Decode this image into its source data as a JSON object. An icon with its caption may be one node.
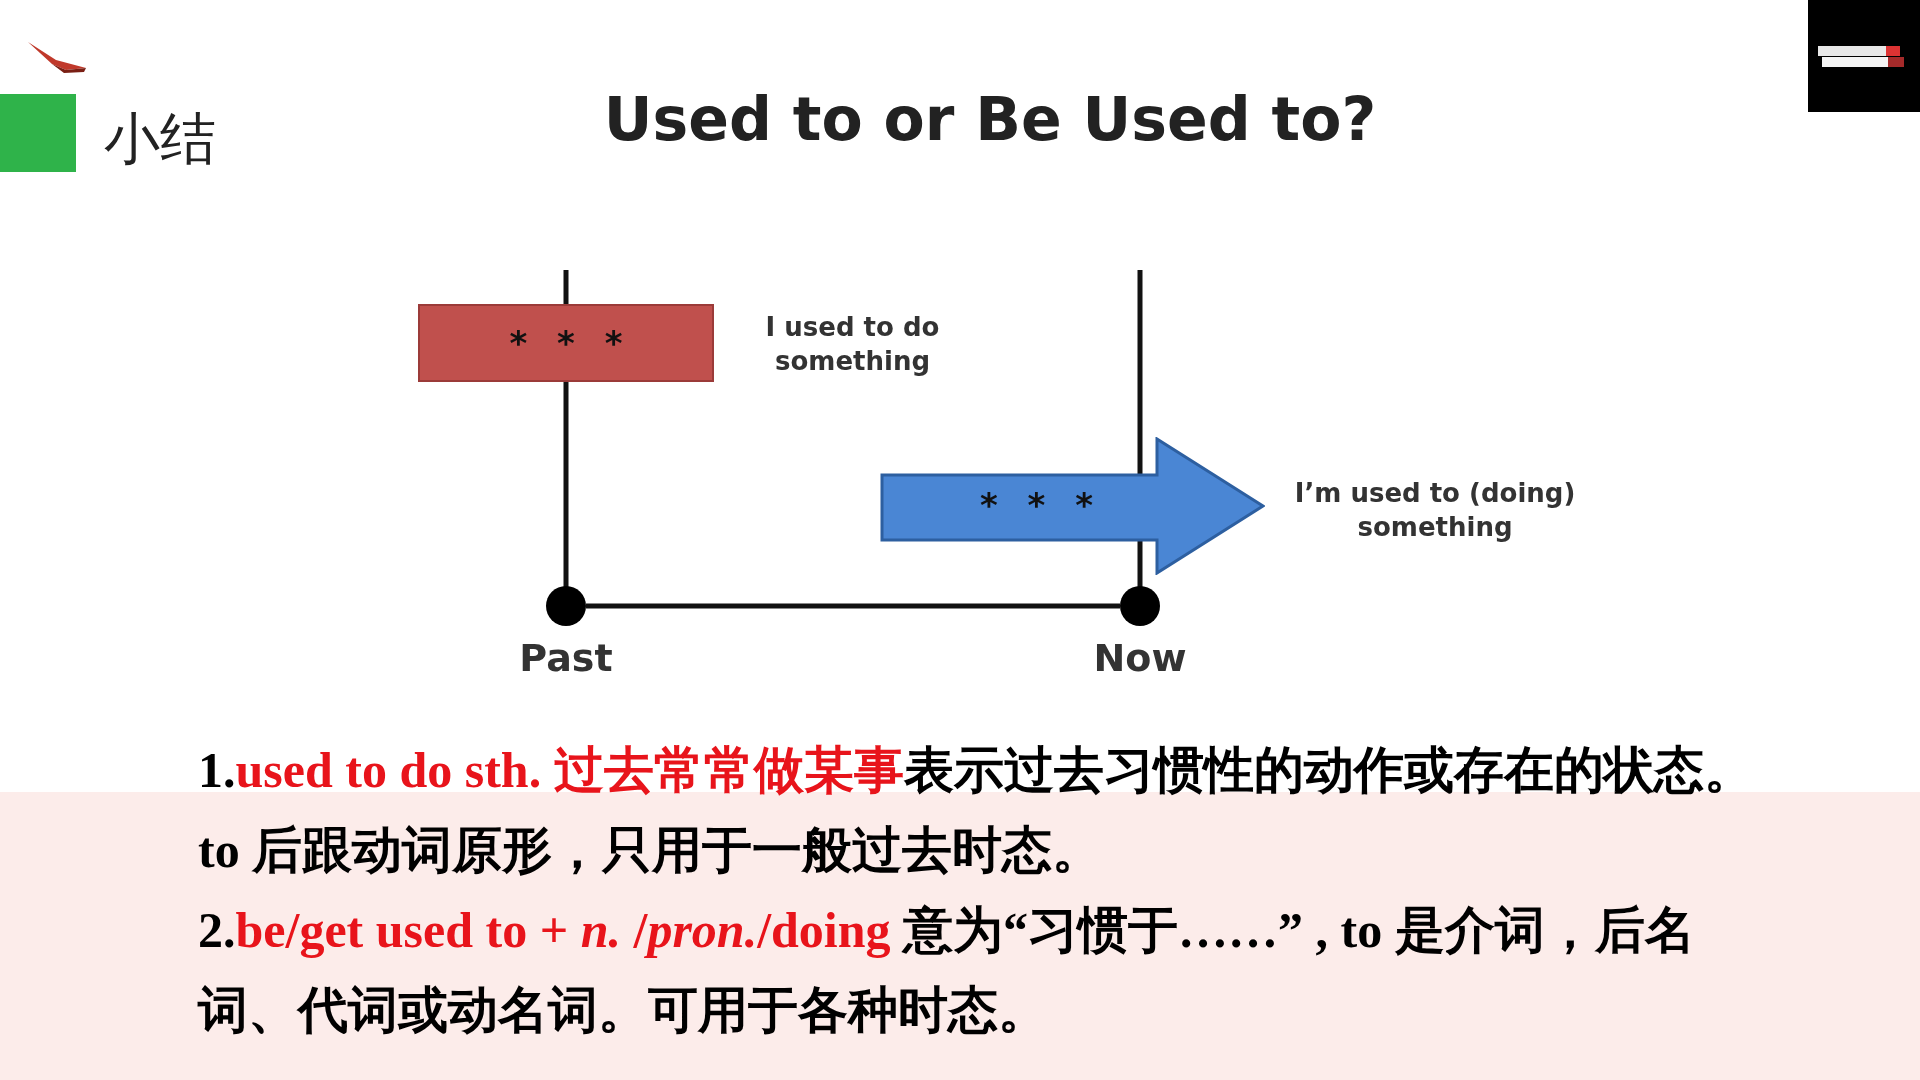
{
  "diagram": {
    "title": "Used to or Be Used to?",
    "nodes": [
      {
        "text": [
          "* * *"
        ],
        "beside": [
          "I used to do something"
        ]
      },
      {
        "text": [
          "* * *"
        ],
        "beside": [
          "I’m used to (doing) something"
        ]
      },
      {
        "text": [
          "Past"
        ]
      },
      {
        "text": [
          "Now"
        ]
      }
    ],
    "edges": [
      {
        "from": 2,
        "to": 3,
        "arrow": "none"
      }
    ],
    "labels": [
      "小结",
      "1.",
      "used to do sth.  过去常常做某事",
      "表示过去习惯性的动作或存在的状态。 to 后跟动词原形，只用于一般过去时态。",
      "2.",
      "be/get used to + *n.* /*pron.*/doing",
      " 意为“习惯于……” , to 是介词，后名词、代词或动名词。可用于各种时态。"
    ]
  }
}
